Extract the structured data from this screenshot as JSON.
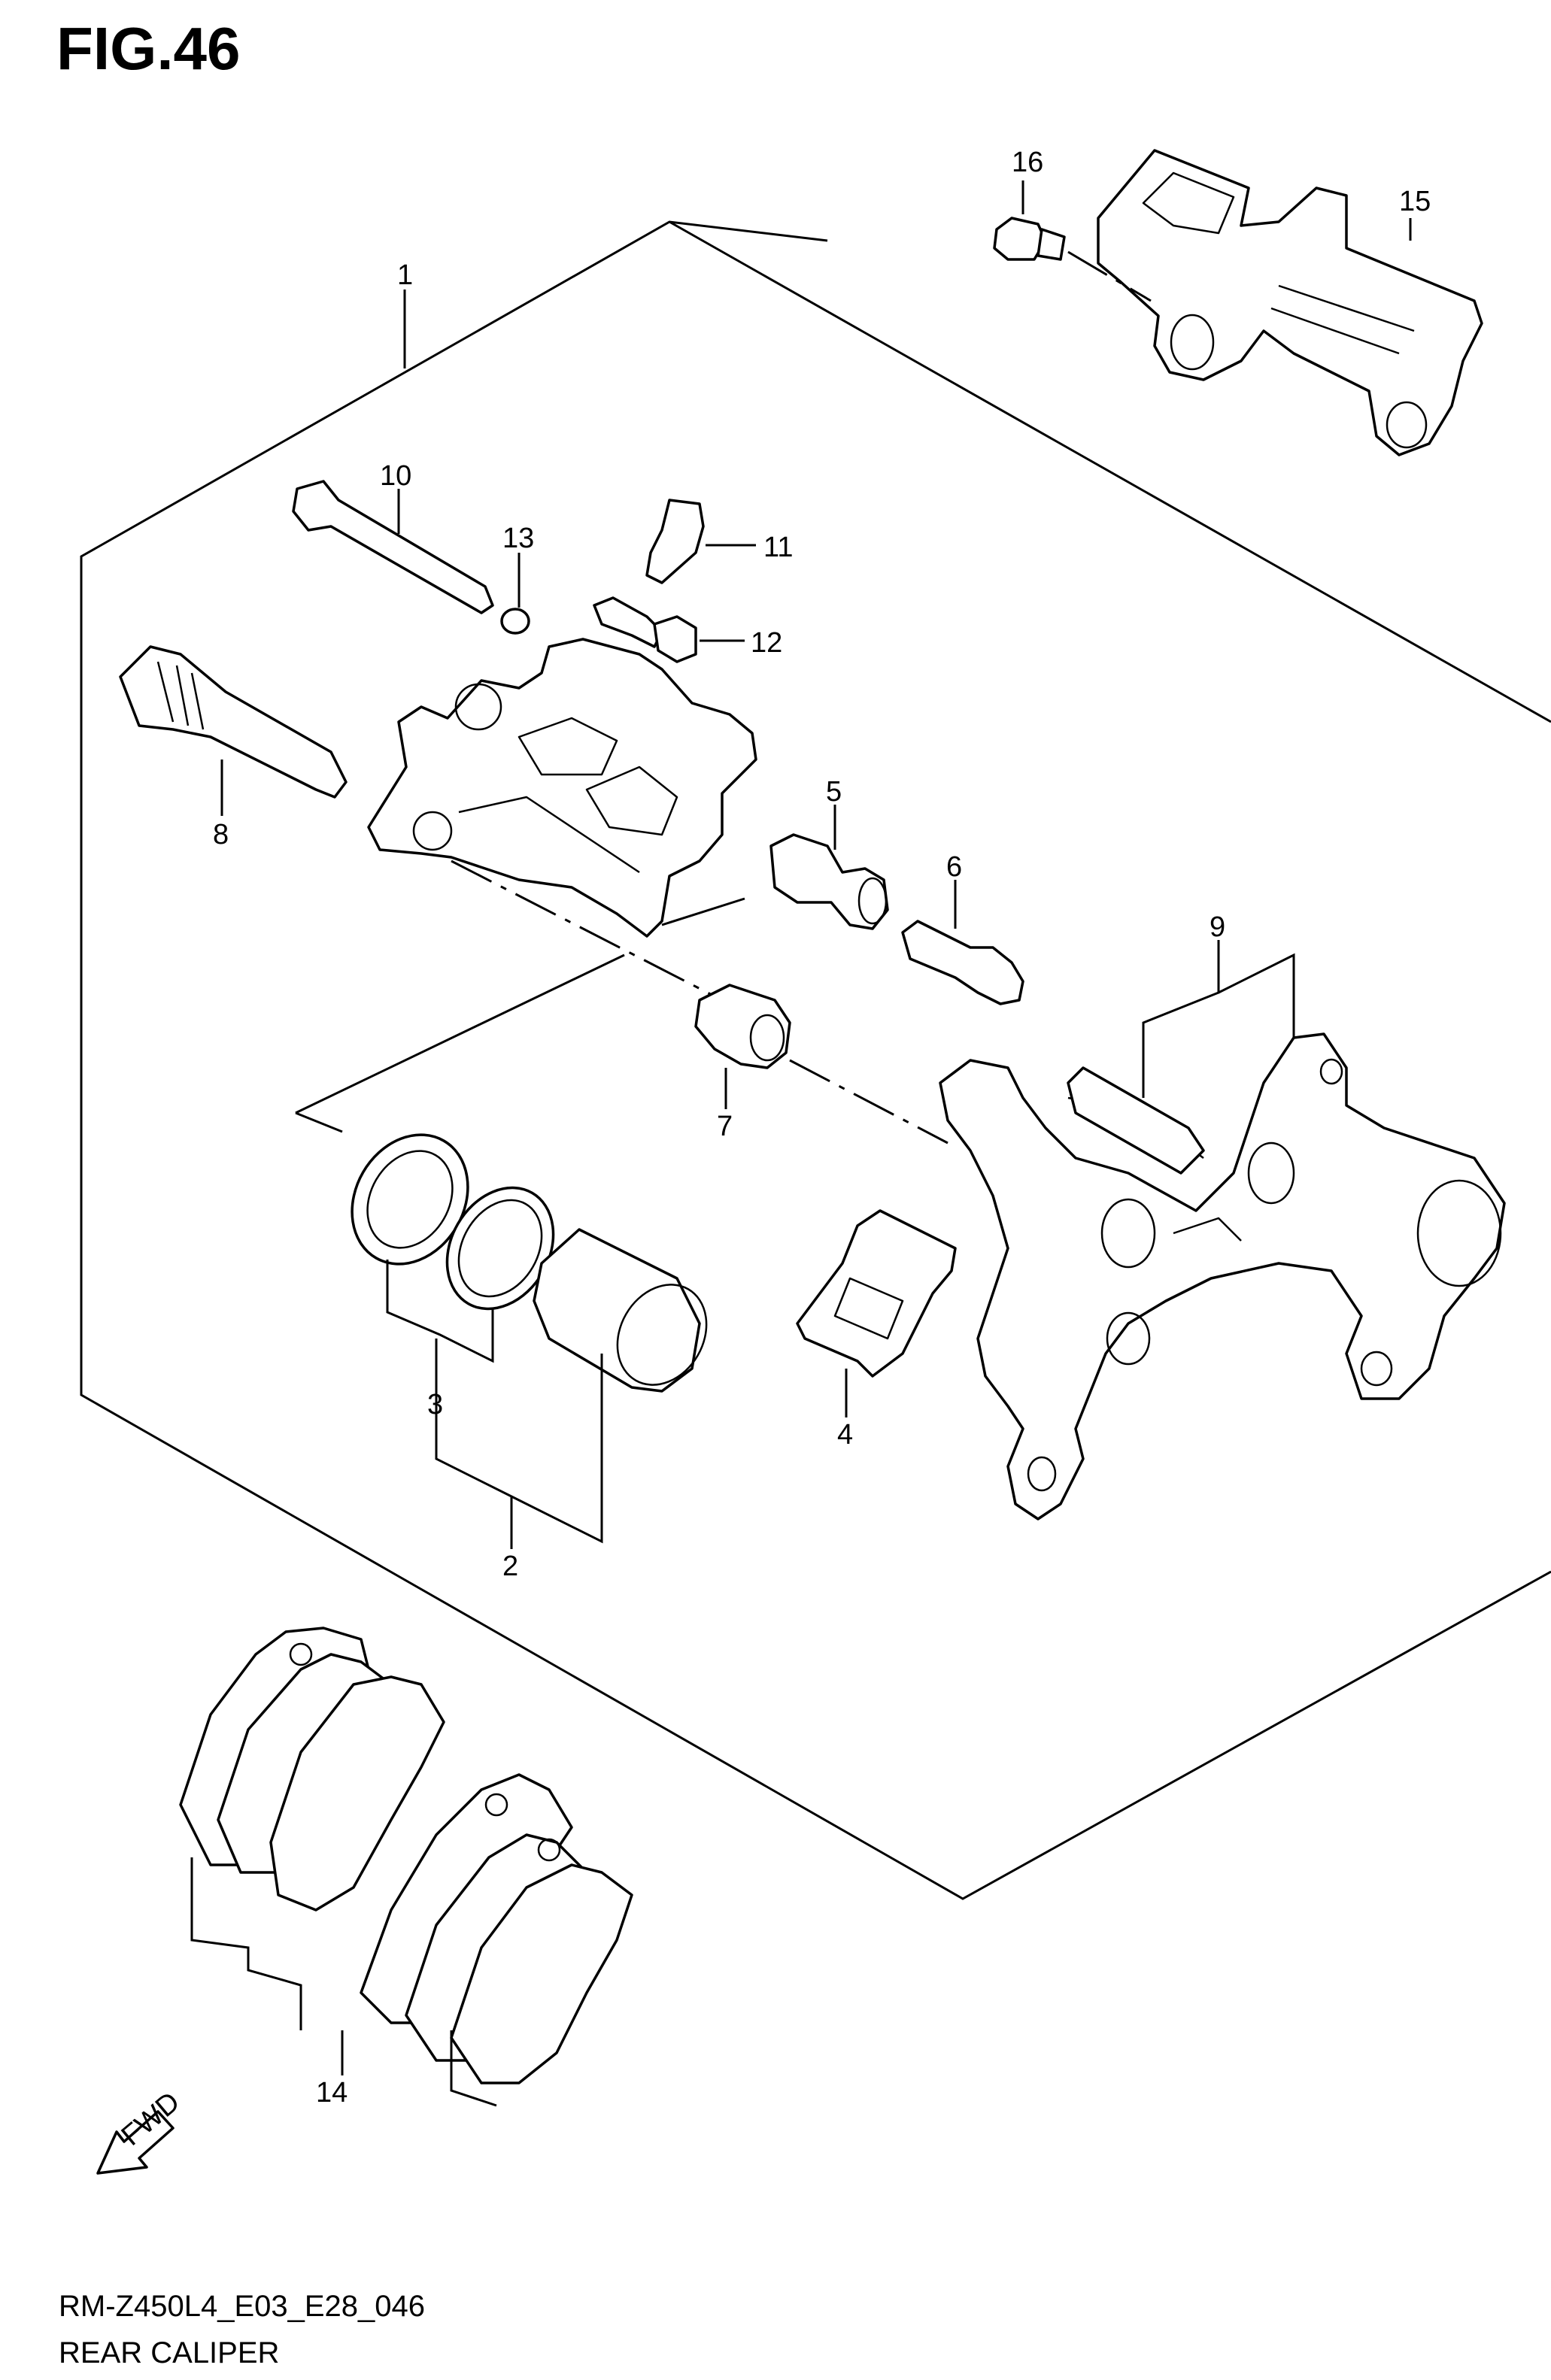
{
  "figure": {
    "title": "FIG.46",
    "code": "RM-Z450L4_E03_E28_046",
    "caption": "REAR CALIPER"
  },
  "callouts": [
    "1",
    "2",
    "3",
    "4",
    "5",
    "6",
    "7",
    "8",
    "9",
    "10",
    "11",
    "12",
    "13",
    "14",
    "15",
    "16"
  ],
  "fwd_arrow": {
    "text": "FWD"
  }
}
